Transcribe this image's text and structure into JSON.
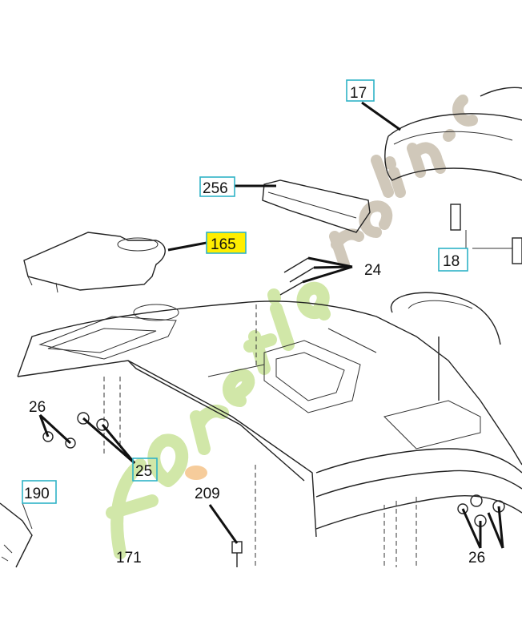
{
  "diagram": {
    "callouts": [
      {
        "id": "17",
        "text": "17",
        "boxed": true,
        "highlighted": false
      },
      {
        "id": "256",
        "text": "256",
        "boxed": true,
        "highlighted": false
      },
      {
        "id": "165",
        "text": "165",
        "boxed": true,
        "highlighted": true
      },
      {
        "id": "24",
        "text": "24",
        "boxed": false,
        "highlighted": false
      },
      {
        "id": "18",
        "text": "18",
        "boxed": true,
        "highlighted": false
      },
      {
        "id": "26a",
        "text": "26",
        "boxed": false,
        "highlighted": false
      },
      {
        "id": "25",
        "text": "25",
        "boxed": true,
        "highlighted": false
      },
      {
        "id": "190",
        "text": "190",
        "boxed": true,
        "highlighted": false
      },
      {
        "id": "209",
        "text": "209",
        "boxed": false,
        "highlighted": false
      },
      {
        "id": "26b",
        "text": "26",
        "boxed": false,
        "highlighted": false
      },
      {
        "id": "171",
        "text": "171",
        "boxed": false,
        "highlighted": false
      }
    ],
    "watermark": "Foretjardin.com",
    "colors": {
      "highlight": "#ffee00",
      "box": "#2fb3c6",
      "watermark_green": "#c9e39a",
      "watermark_gray": "#c8bfae",
      "watermark_orange": "#f5c48a"
    }
  }
}
